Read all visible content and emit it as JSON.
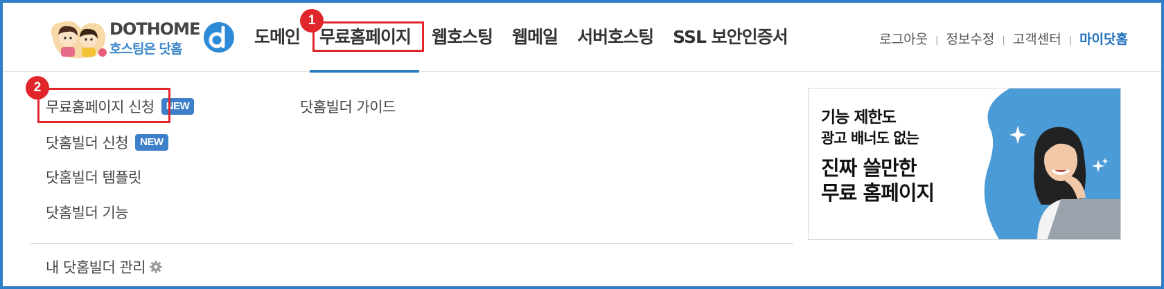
{
  "logo": {
    "brand": "DOTHOME",
    "tagline": "호스팅은 닷홈"
  },
  "gnb": [
    {
      "label": "도메인"
    },
    {
      "label": "무료홈페이지"
    },
    {
      "label": "웹호스팅"
    },
    {
      "label": "웹메일"
    },
    {
      "label": "서버호스팅"
    },
    {
      "label": "SSL 보안인증서"
    }
  ],
  "util": {
    "logout": "로그아웃",
    "edit_info": "정보수정",
    "support": "고객센터",
    "mypage": "마이닷홈"
  },
  "markers": {
    "step1": "1",
    "step2": "2"
  },
  "submenu": {
    "col1": [
      {
        "label": "무료홈페이지 신청",
        "badge": "NEW"
      },
      {
        "label": "닷홈빌더 신청",
        "badge": "NEW"
      },
      {
        "label": "닷홈빌더 템플릿"
      },
      {
        "label": "닷홈빌더 기능"
      }
    ],
    "col2": [
      {
        "label": "닷홈빌더 가이드"
      }
    ],
    "manage": "내 닷홈빌더 관리"
  },
  "banner": {
    "line1": "기능 제한도",
    "line2": "광고 배너도 없는",
    "line3": "진짜 쓸만한",
    "line4": "무료 홈페이지"
  },
  "colors": {
    "accent": "#2f7ec7",
    "highlight": "#e0262b",
    "badge": "#3d7fc9",
    "mypage": "#1f6fbf"
  }
}
